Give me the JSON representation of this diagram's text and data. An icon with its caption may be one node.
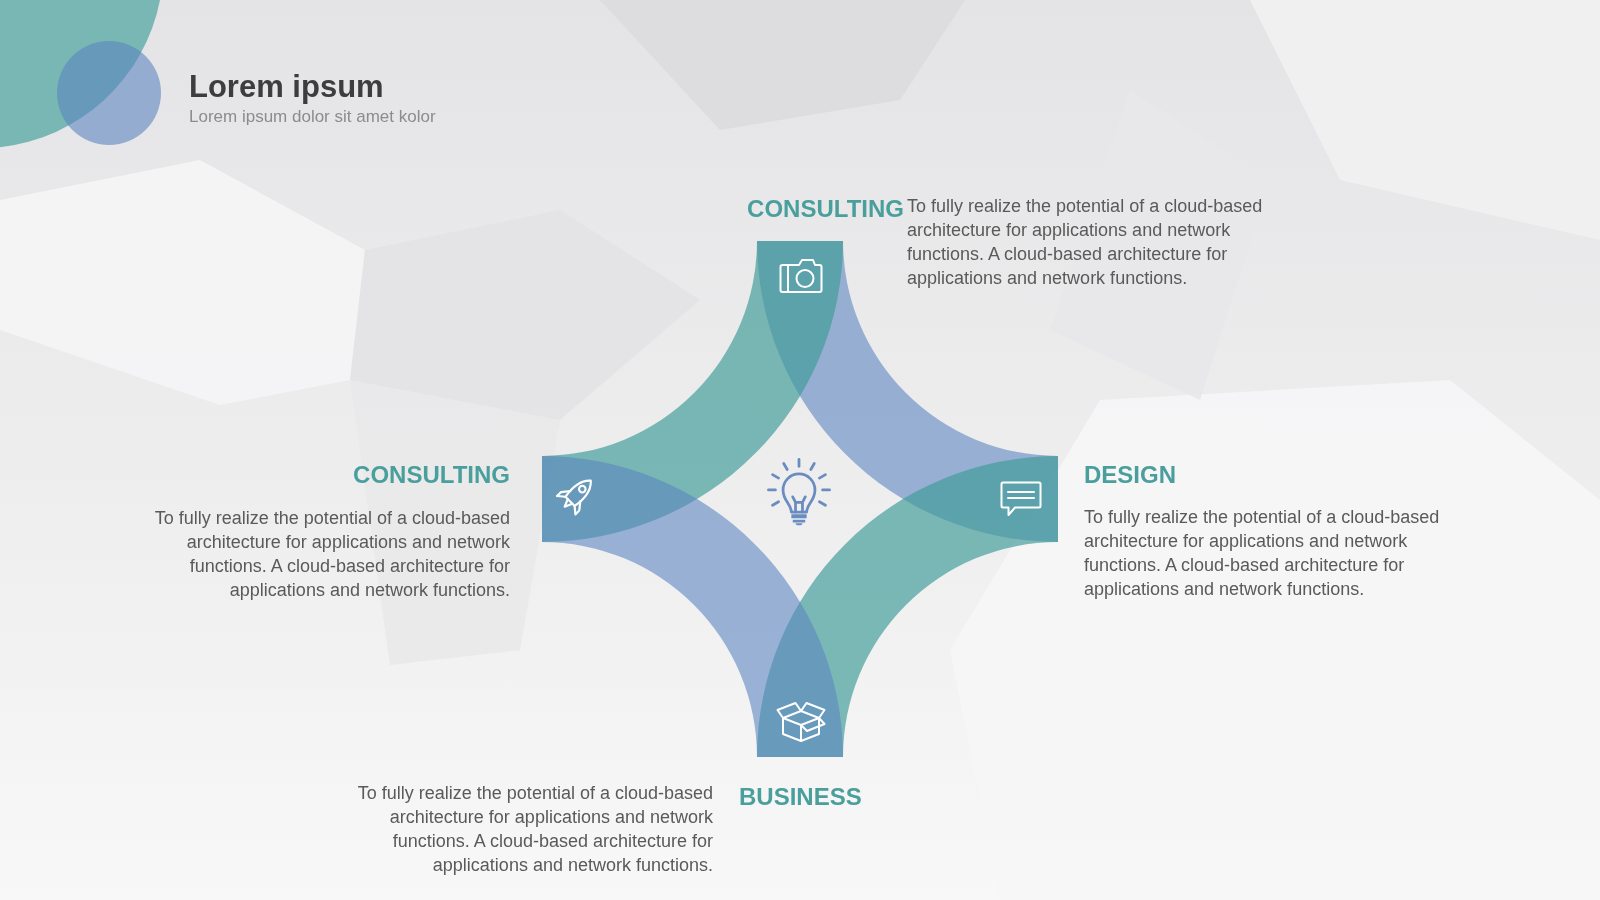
{
  "diagram": {
    "title": "Lorem ipsum",
    "labels": [
      "Lorem ipsum dolor sit amet kolor",
      "CONSULTING",
      "To fully realize the potential of a cloud-based architecture for applications and network functions. A cloud-based architecture for applications and network functions.",
      "CONSULTING",
      "To fully realize the potential of a cloud-based architecture for applications and network functions. A cloud-based architecture for applications and network functions.",
      "DESIGN",
      "To fully realize the potential of a cloud-based architecture for applications and network functions. A cloud-based architecture for applications and network functions.",
      "To fully realize the potential of a cloud-based architecture for applications and network functions. A cloud-based architecture for applications and network functions.",
      "BUSINESS"
    ]
  }
}
